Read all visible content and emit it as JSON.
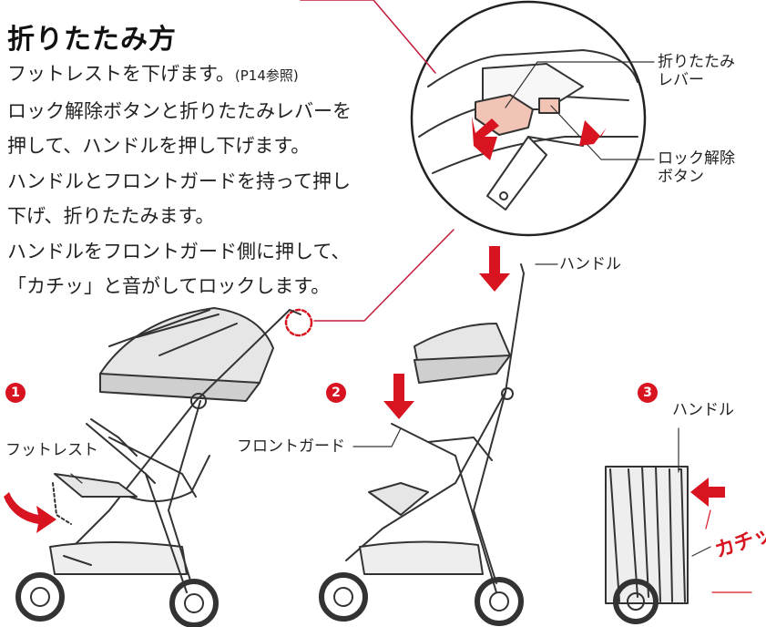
{
  "heading": "折りたたみ方",
  "instructions": [
    "フットレストを下げます。",
    "ロック解除ボタンと折りたたみレバーを",
    "押して、ハンドルを押し下げます。",
    "ハンドルとフロントガードを持って押し",
    "下げ、折りたたみます。",
    "ハンドルをフロントガード側に押して、",
    "「カチッ」と音がしてロックします。"
  ],
  "page_reference": "(P14参照)",
  "callouts": {
    "fold_lever": [
      "折りたたみ",
      "レバー"
    ],
    "lock_release": [
      "ロック解除",
      "ボタン"
    ],
    "handle_step2": "ハンドル",
    "handle_step3": "ハンドル",
    "footrest": "フットレスト",
    "front_guard": "フロントガード"
  },
  "steps": [
    "1",
    "2",
    "3"
  ],
  "sound_effect": "カチッ",
  "colors": {
    "accent": "#d7141f",
    "lever_fill": "#f2c4b6",
    "line": "#333333"
  }
}
